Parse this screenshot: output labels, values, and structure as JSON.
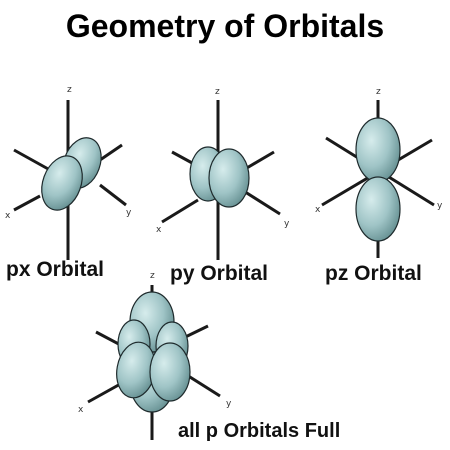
{
  "title": "Geometry of Orbitals",
  "orbitals": [
    {
      "label": "px Orbital",
      "axes": {
        "z": "z",
        "x": "x",
        "y": "y"
      }
    },
    {
      "label": "py Orbital",
      "axes": {
        "z": "z",
        "x": "x",
        "y": "y"
      }
    },
    {
      "label": "pz Orbital",
      "axes": {
        "z": "z",
        "x": "x",
        "y": "y"
      }
    },
    {
      "label": "all p Orbitals Full",
      "axes": {
        "z": "z",
        "x": "x",
        "y": "y"
      }
    }
  ],
  "colors": {
    "lobe": "#9fc4c6",
    "lobe_dark": "#6e9799",
    "lobe_edge": "#1e2a2c",
    "axis": "#1a1a1a"
  }
}
